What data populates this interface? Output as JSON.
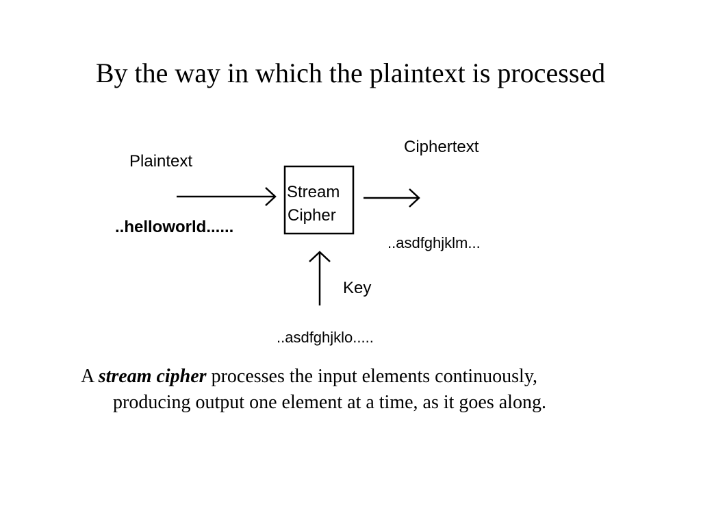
{
  "slide": {
    "title": "By the way in which the plaintext is processed"
  },
  "diagram": {
    "plaintext_label": "Plaintext",
    "plaintext_example": "..helloworld......",
    "cipher_box_line1": "Stream",
    "cipher_box_line2": "Cipher",
    "ciphertext_label": "Ciphertext",
    "ciphertext_example": "..asdfghjklm...",
    "key_label": "Key",
    "key_example": "..asdfghjklo....."
  },
  "caption": {
    "prefix": "A ",
    "emphasis": "stream cipher",
    "line1_rest": " processes the input elements continuously,",
    "line2": "producing output one element at a time, as it goes along."
  }
}
